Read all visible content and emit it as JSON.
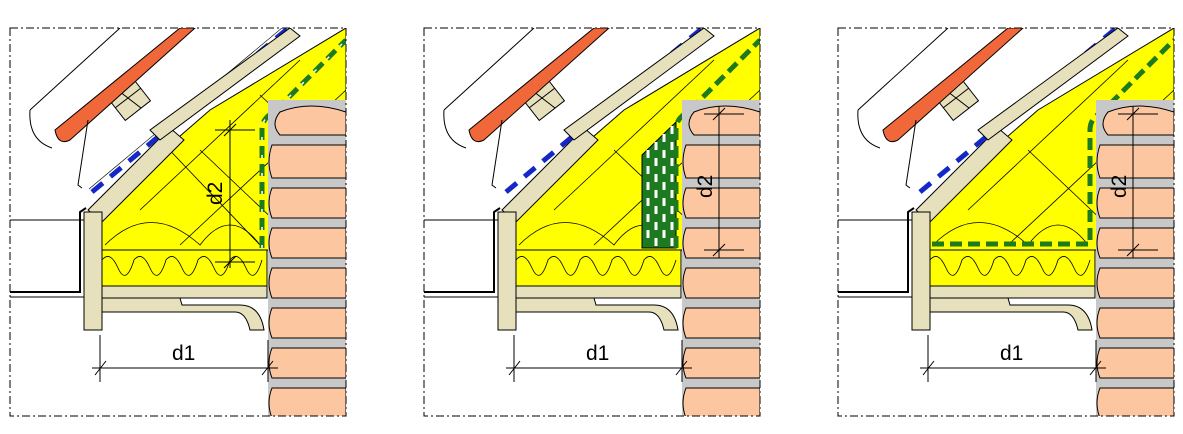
{
  "panels": [
    {
      "variant": "wall-insulation-vertical-barrier",
      "labels": {
        "horizontal_dimension": "d1",
        "vertical_dimension": "d2"
      }
    },
    {
      "variant": "wall-insulation-filled-barrier-zone",
      "labels": {
        "horizontal_dimension": "d1",
        "vertical_dimension": "d2"
      }
    },
    {
      "variant": "wall-insulation-horizontal-barrier",
      "labels": {
        "horizontal_dimension": "d1",
        "vertical_dimension": "d2"
      }
    }
  ],
  "colors": {
    "roof_tile": "#f0673a",
    "insulation": "#ffff00",
    "brick": "#fcc7a0",
    "mortar": "#c8c8c8",
    "timber": "#e6e0bd",
    "membrane_blue": "#1428c8",
    "vapour_barrier_green": "#1e7a1e",
    "frame_line": "#000000"
  }
}
